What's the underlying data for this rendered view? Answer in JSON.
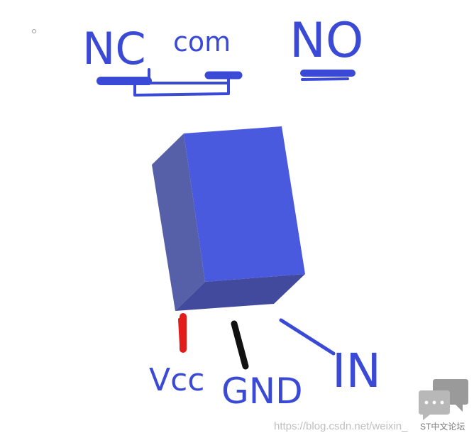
{
  "labels": {
    "nc": "NC",
    "com": "com",
    "no": "NO",
    "vcc": "Vcc",
    "gnd": "GND",
    "in": "IN"
  },
  "watermark": {
    "url": "https://blog.csdn.net/weixin_",
    "site": "ST中文论坛"
  },
  "colors": {
    "ink_blue": "#3a4ad6",
    "relay_front": "#4a5adf",
    "relay_side": "#5660a8",
    "relay_bottom": "#414a9c",
    "pin_vcc": "#e21b1b",
    "pin_gnd": "#111111",
    "pin_in": "#3a4ad6"
  },
  "icons": [
    "chat-bubbles-icon"
  ]
}
